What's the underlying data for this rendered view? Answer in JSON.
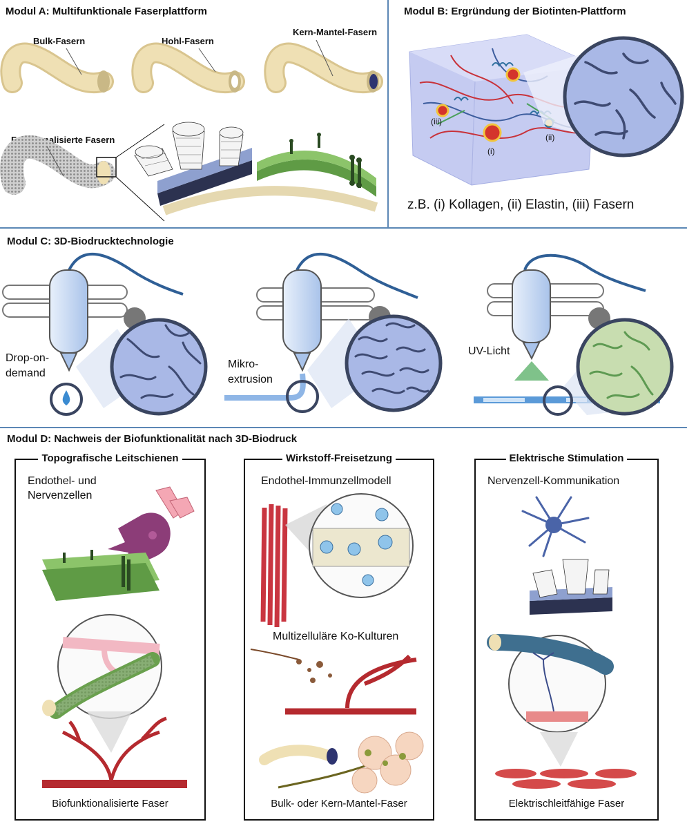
{
  "modules": {
    "a": {
      "title": "Modul A: Multifunktionale Faserplattform",
      "fiber_types": [
        "Bulk-Fasern",
        "Hohl-Fasern",
        "Kern-Mantel-Fasern"
      ],
      "functionalized": "Funktionalisierte Fasern"
    },
    "b": {
      "title": "Modul B: Ergründung der Biotinten-Plattform",
      "markers": [
        "(iii)",
        "(i)",
        "(ii)"
      ],
      "caption": "z.B. (i) Kollagen, (ii) Elastin, (iii) Fasern"
    },
    "c": {
      "title": "Modul C: 3D-Biodrucktechnologie",
      "methods": [
        "Drop-on-\ndemand",
        "Mikro-\nextrusion",
        "UV-Licht"
      ]
    },
    "d": {
      "title": "Modul D: Nachweis der Biofunktionalität nach 3D-Biodruck",
      "panels": [
        {
          "heading": "Topografische Leitschienen",
          "labels": [
            "Endothel- und\nNervenzellen"
          ],
          "caption": "Biofunktionalisierte Faser"
        },
        {
          "heading": "Wirkstoff-Freisetzung",
          "labels": [
            "Endothel-Immunzellmodell",
            "Multizelluläre Ko-Kulturen"
          ],
          "caption": "Bulk- oder Kern-Mantel-Faser"
        },
        {
          "heading": "Elektrische Stimulation",
          "labels": [
            "Nervenzell-Kommunikation"
          ],
          "caption": "Elektrischleitfähige Faser"
        }
      ]
    }
  },
  "colors": {
    "divider": "#5b87b5",
    "fiber": "#efe0b4",
    "ink_blue": "#a9b8e6",
    "ink_green": "#c8ddb0",
    "vessel": "#b52a2f",
    "membrane_green": "#5f9b45",
    "neuron": "#4a64a8"
  }
}
